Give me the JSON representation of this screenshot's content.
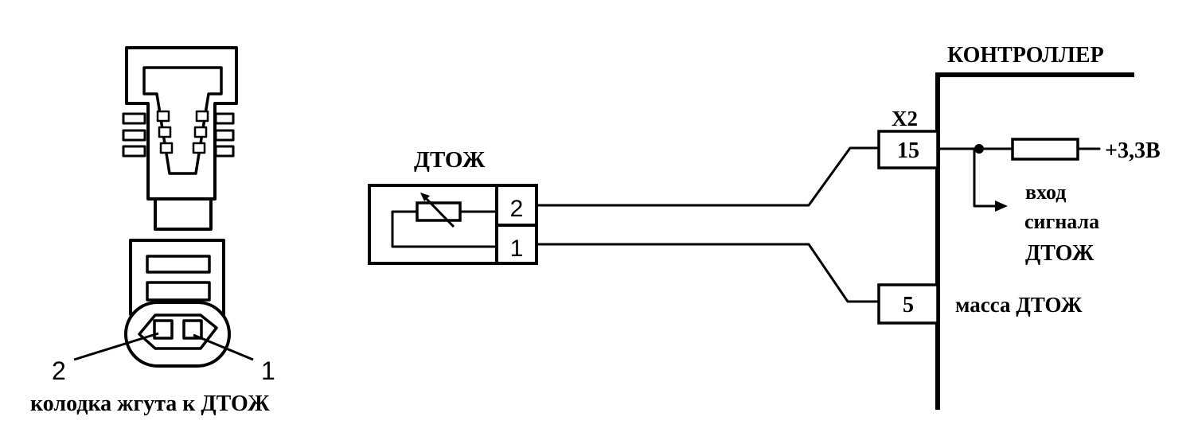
{
  "controller": {
    "title": "КОНТРОЛЛЕР",
    "connector": "X2",
    "pins": [
      {
        "number": "15",
        "label_lines": [
          "вход",
          "сигнала",
          "ДТОЖ"
        ]
      },
      {
        "number": "5",
        "label": "масса ДТОЖ"
      }
    ],
    "supply": "+3,3В"
  },
  "sensor": {
    "name": "ДТОЖ",
    "pins": [
      "2",
      "1"
    ]
  },
  "harness_connector": {
    "caption": "колодка жгута к ДТОЖ",
    "pin_left": "2",
    "pin_right": "1"
  }
}
